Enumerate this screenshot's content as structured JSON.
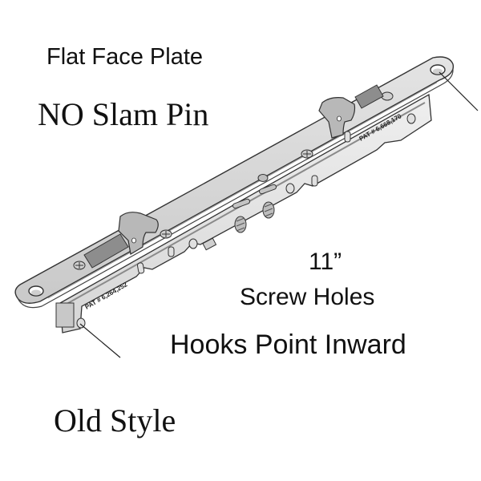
{
  "product": {
    "type": "multipoint mortise lock (illustration)",
    "illustration_colors": {
      "faceplate": "#d9d9d9",
      "body": "#e6e6e6",
      "outline": "#333333",
      "shadow": "#9a9a9a"
    }
  },
  "annotations": {
    "faceplate_type": "Flat Face Plate",
    "slam_pin": "NO Slam Pin",
    "screw_spacing": "11”",
    "screw_spacing_label": "Screw Holes",
    "hook_direction": "Hooks Point Inward",
    "style": "Old Style"
  },
  "stamps": {
    "upper_patent": "PAT # 6,668,170",
    "lower_patent": "PAT # 6,264,252"
  },
  "parts": {
    "hooks": [
      "upper-hook",
      "lower-hook"
    ],
    "screw_holes": [
      "upper-screw-hole",
      "lower-screw-hole"
    ],
    "callout_lines": 2
  }
}
